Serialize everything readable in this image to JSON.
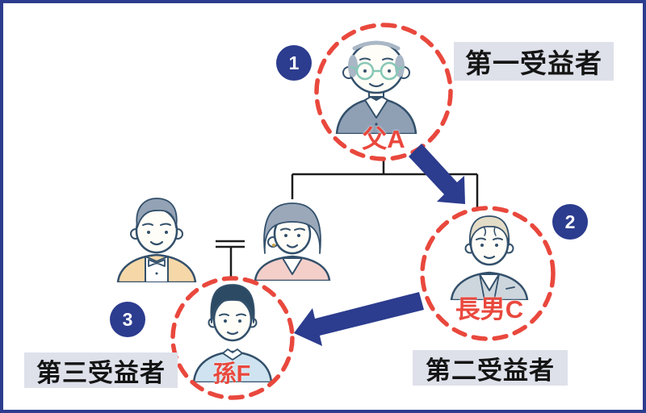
{
  "frame": {
    "background": "#ffffff",
    "border_color": "#2c3c8e"
  },
  "beneficiaries": [
    {
      "badge": "1",
      "name": "父A",
      "role_label": "第一受益者"
    },
    {
      "badge": "2",
      "name": "長男C",
      "role_label": "第二受益者"
    },
    {
      "badge": "3",
      "name": "孫F",
      "role_label": "第三受益者"
    }
  ],
  "colors": {
    "highlight_red": "#e9483d",
    "badge_navy": "#2c3c8e",
    "arrow_navy": "#2c3c8e",
    "role_label_bg": "#dee1ea",
    "tree_line": "#1c1c1c"
  }
}
